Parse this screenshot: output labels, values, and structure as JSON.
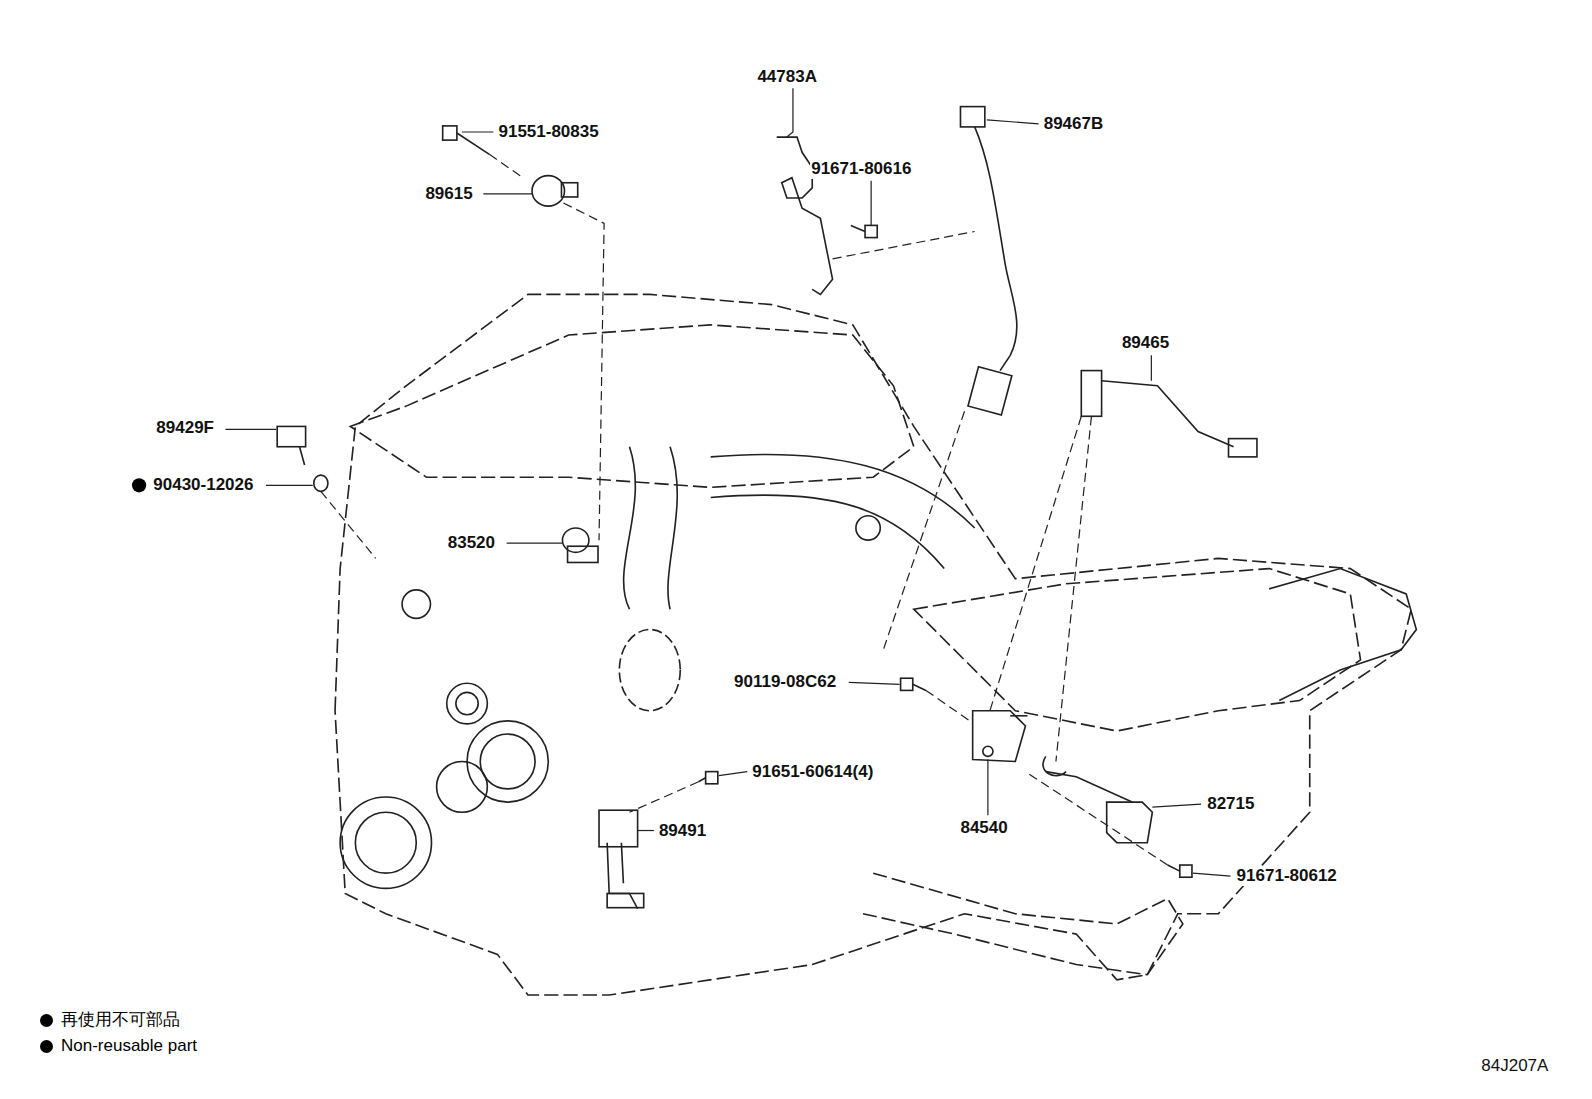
{
  "diagram": {
    "labels": [
      "44783A",
      "91551-80835",
      "89467B",
      "91671-80616",
      "89615",
      "89465",
      "89429F",
      "90430-12026",
      "83520",
      "90119-08C62",
      "91651-60614(4)",
      "82715",
      "89491",
      "84540",
      "91671-80612",
      "84J207A"
    ],
    "legend": [
      {
        "text": "再使用不可部品"
      },
      {
        "text": "Non-reusable part"
      }
    ]
  }
}
